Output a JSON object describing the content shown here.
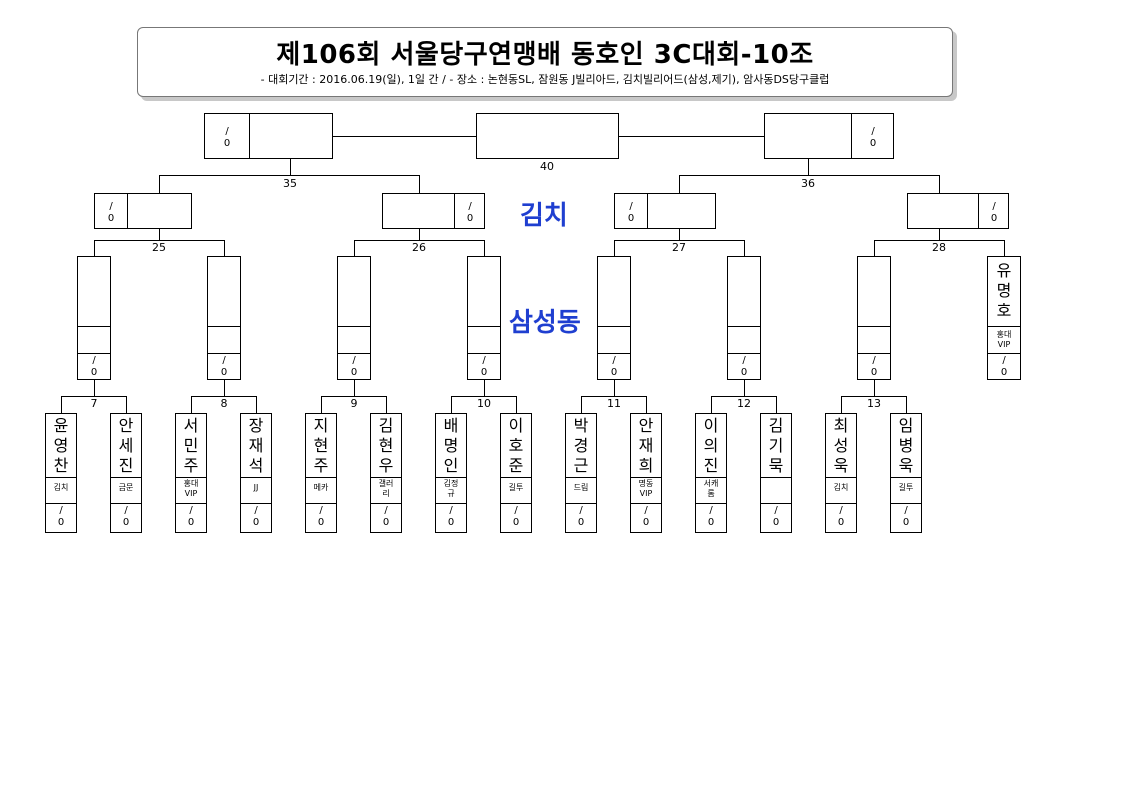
{
  "header": {
    "title": "제106회 서울당구연맹배 동호인 3C대회-10조",
    "subtitle": "- 대회기간 : 2016.06.19(일), 1일 간 / - 장소 : 논현동SL, 잠원동 J빌리아드, 김치빌리어드(삼성,제기), 암사동DS당구클럽"
  },
  "regions": {
    "top": "김치",
    "middle": "삼성동"
  },
  "score_placeholder": {
    "slash": "/",
    "zero": "0"
  },
  "match_numbers": {
    "m7": "7",
    "m8": "8",
    "m9": "9",
    "m10": "10",
    "m11": "11",
    "m12": "12",
    "m13": "13",
    "m25": "25",
    "m26": "26",
    "m27": "27",
    "m28": "28",
    "m35": "35",
    "m36": "36",
    "m40": "40"
  },
  "players": [
    {
      "name": "윤\n영\n찬",
      "club": "김치"
    },
    {
      "name": "안\n세\n진",
      "club": "금문"
    },
    {
      "name": "서\n민\n주",
      "club": "홍대\nVIP"
    },
    {
      "name": "장\n재\n석",
      "club": "JJ"
    },
    {
      "name": "지\n현\n주",
      "club": "메카"
    },
    {
      "name": "김\n현\n우",
      "club": "갤러\n리"
    },
    {
      "name": "배\n명\n인",
      "club": "김정\n규"
    },
    {
      "name": "이\n호\n준",
      "club": "길투"
    },
    {
      "name": "박\n경\n근",
      "club": "드림"
    },
    {
      "name": "안\n재\n희",
      "club": "명동\nVIP"
    },
    {
      "name": "이\n의\n진",
      "club": "서캐\n롬"
    },
    {
      "name": "김\n기\n묵",
      "club": ""
    },
    {
      "name": "최\n성\n욱",
      "club": "김치"
    },
    {
      "name": "임\n병\n욱",
      "club": "길투"
    }
  ],
  "bye_player": {
    "name": "유\n명\n호",
    "club": "홍대\nVIP"
  }
}
